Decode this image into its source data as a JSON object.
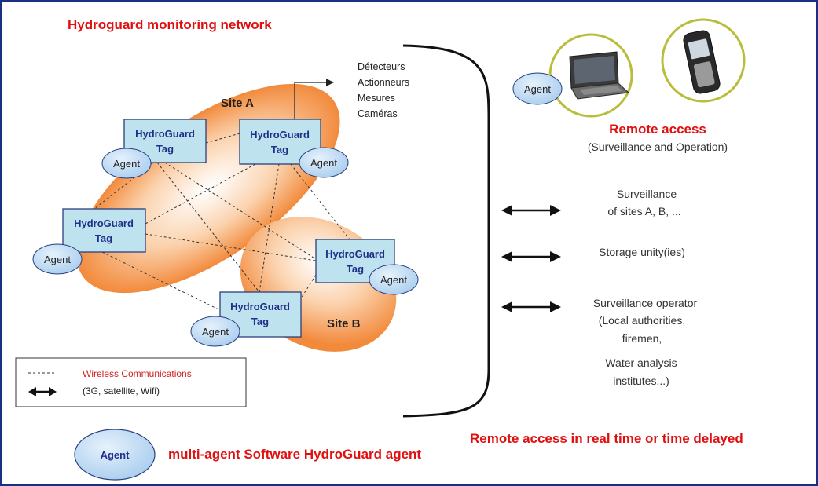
{
  "colors": {
    "title_red": "#e01010",
    "tag_fill": "#bfe3ee",
    "tag_stroke": "#2a3f7f",
    "agent_fill": "#bcd9f2",
    "site_orange": "#f28a3c",
    "border_blue": "#1c2f87"
  },
  "titles": {
    "network": "Hydroguard monitoring network",
    "remote_access": "Remote access",
    "remote_access_sub": "(Surveillance and Operation)",
    "realtime": "Remote access in real time or time delayed",
    "agent_software": "multi-agent Software HydroGuard agent"
  },
  "sites": {
    "a": "Site A",
    "b": "Site B"
  },
  "tag": {
    "line1": "HydroGuard",
    "line2": "Tag"
  },
  "agent_label": "Agent",
  "sensor_list": [
    "Détecteurs",
    "Actionneurs",
    "Mesures",
    "Caméras"
  ],
  "services": {
    "surveillance": [
      "Surveillance",
      "of sites A, B, ..."
    ],
    "storage": [
      "Storage unity(ies)"
    ],
    "operator": [
      "Surveillance operator",
      "(Local authorities,",
      "firemen,",
      "Water analysis",
      "institutes...)"
    ]
  },
  "legend": {
    "wireless": "Wireless Communications",
    "links": "(3G, satellite, Wifi)"
  },
  "icons": [
    "laptop-icon",
    "mobile-phone-icon",
    "double-arrow-icon"
  ]
}
